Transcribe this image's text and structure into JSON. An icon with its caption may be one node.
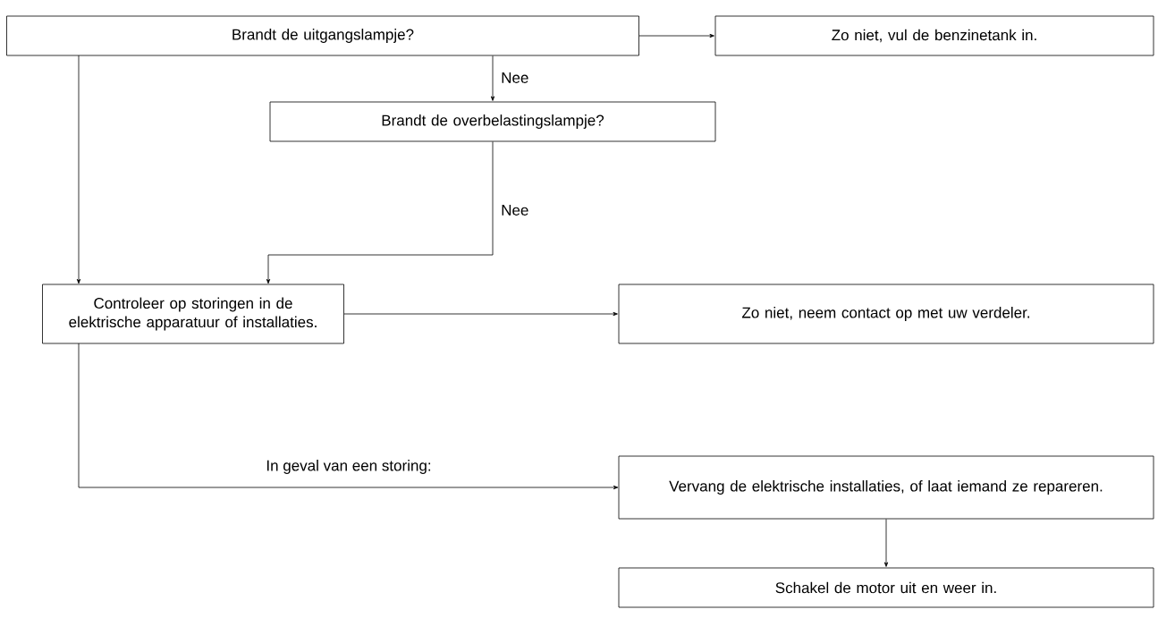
{
  "diagram": {
    "nodes": [
      {
        "text": [
          "Brandt de uitgangslampje?"
        ]
      },
      {
        "text": [
          "Zo niet, vul de benzinetank in."
        ]
      },
      {
        "text": [
          "Brandt de overbelastingslampje?"
        ]
      },
      {
        "text": [
          "Controleer op storingen in de elektrische apparatuur of installaties."
        ]
      },
      {
        "text": [
          "Zo niet, neem contact op met uw verdeler."
        ]
      },
      {
        "text": [
          "Vervang de elektrische installaties, of laat iemand ze repareren."
        ]
      },
      {
        "text": [
          "Schakel de motor uit en weer in."
        ]
      }
    ],
    "edges": [
      {
        "from": 0,
        "to": 1,
        "arrow": "to"
      },
      {
        "from": 0,
        "to": 2,
        "arrow": "to",
        "label": "Nee"
      },
      {
        "from": 0,
        "to": 3,
        "arrow": "to"
      },
      {
        "from": 2,
        "to": 3,
        "arrow": "to",
        "label": "Nee"
      },
      {
        "from": 3,
        "to": 4,
        "arrow": "to"
      },
      {
        "from": 3,
        "to": 5,
        "arrow": "to",
        "label": "In geval van een storing:"
      },
      {
        "from": 5,
        "to": 6,
        "arrow": "to"
      }
    ]
  }
}
